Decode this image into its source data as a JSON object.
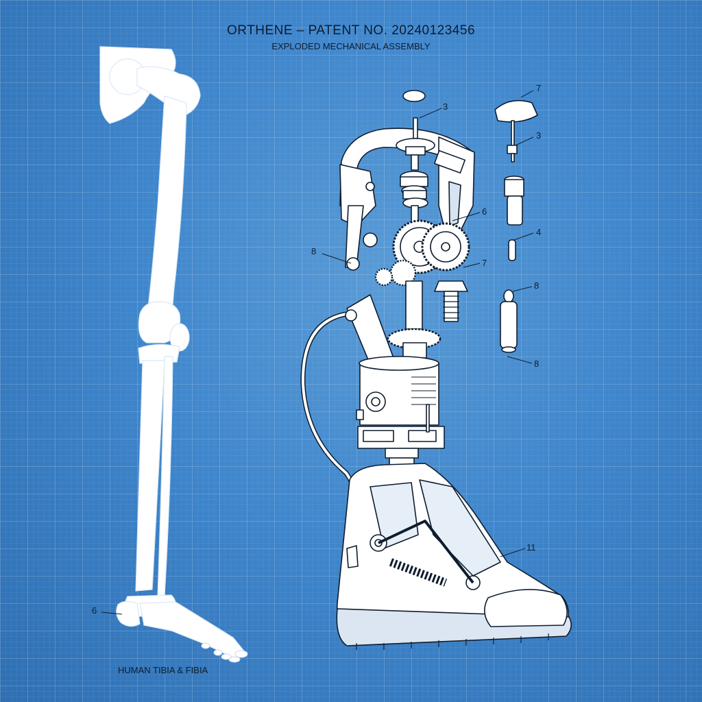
{
  "header": {
    "title": "ORTHENE – PATENT NO. 20240123456",
    "subtitle": "EXPLODED MECHANICAL ASSEMBLY"
  },
  "caption": "HUMAN TIBIA & FIBIA",
  "callouts": {
    "c1": "3",
    "c2": "7",
    "c3": "3",
    "c4": "6",
    "c5": "8",
    "c6": "7",
    "c7": "4",
    "c8": "8",
    "c9": "8",
    "c10": "11",
    "c11": "6"
  },
  "colors": {
    "background": "#3f86cc",
    "line": "#0e1c2e",
    "part_fill": "#ffffff"
  }
}
